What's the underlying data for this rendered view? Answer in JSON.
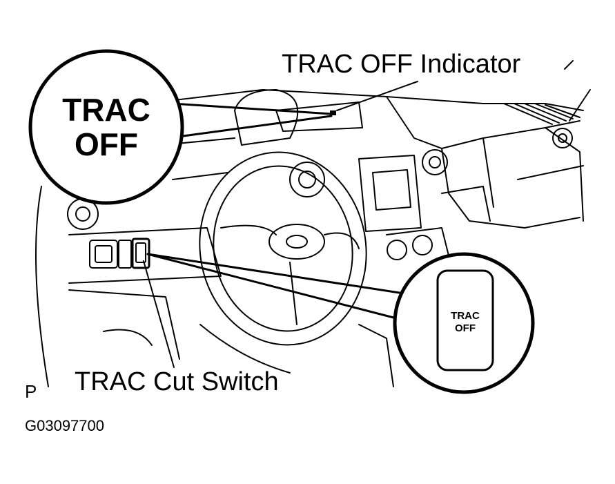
{
  "callouts": {
    "indicator_label": "TRAC OFF Indicator",
    "switch_label": "TRAC Cut Switch"
  },
  "zoom_indicator": {
    "line1": "TRAC",
    "line2": "OFF"
  },
  "zoom_switch": {
    "line1": "TRAC",
    "line2": "OFF"
  },
  "view_marker": "P",
  "figure_code": "G03097700"
}
